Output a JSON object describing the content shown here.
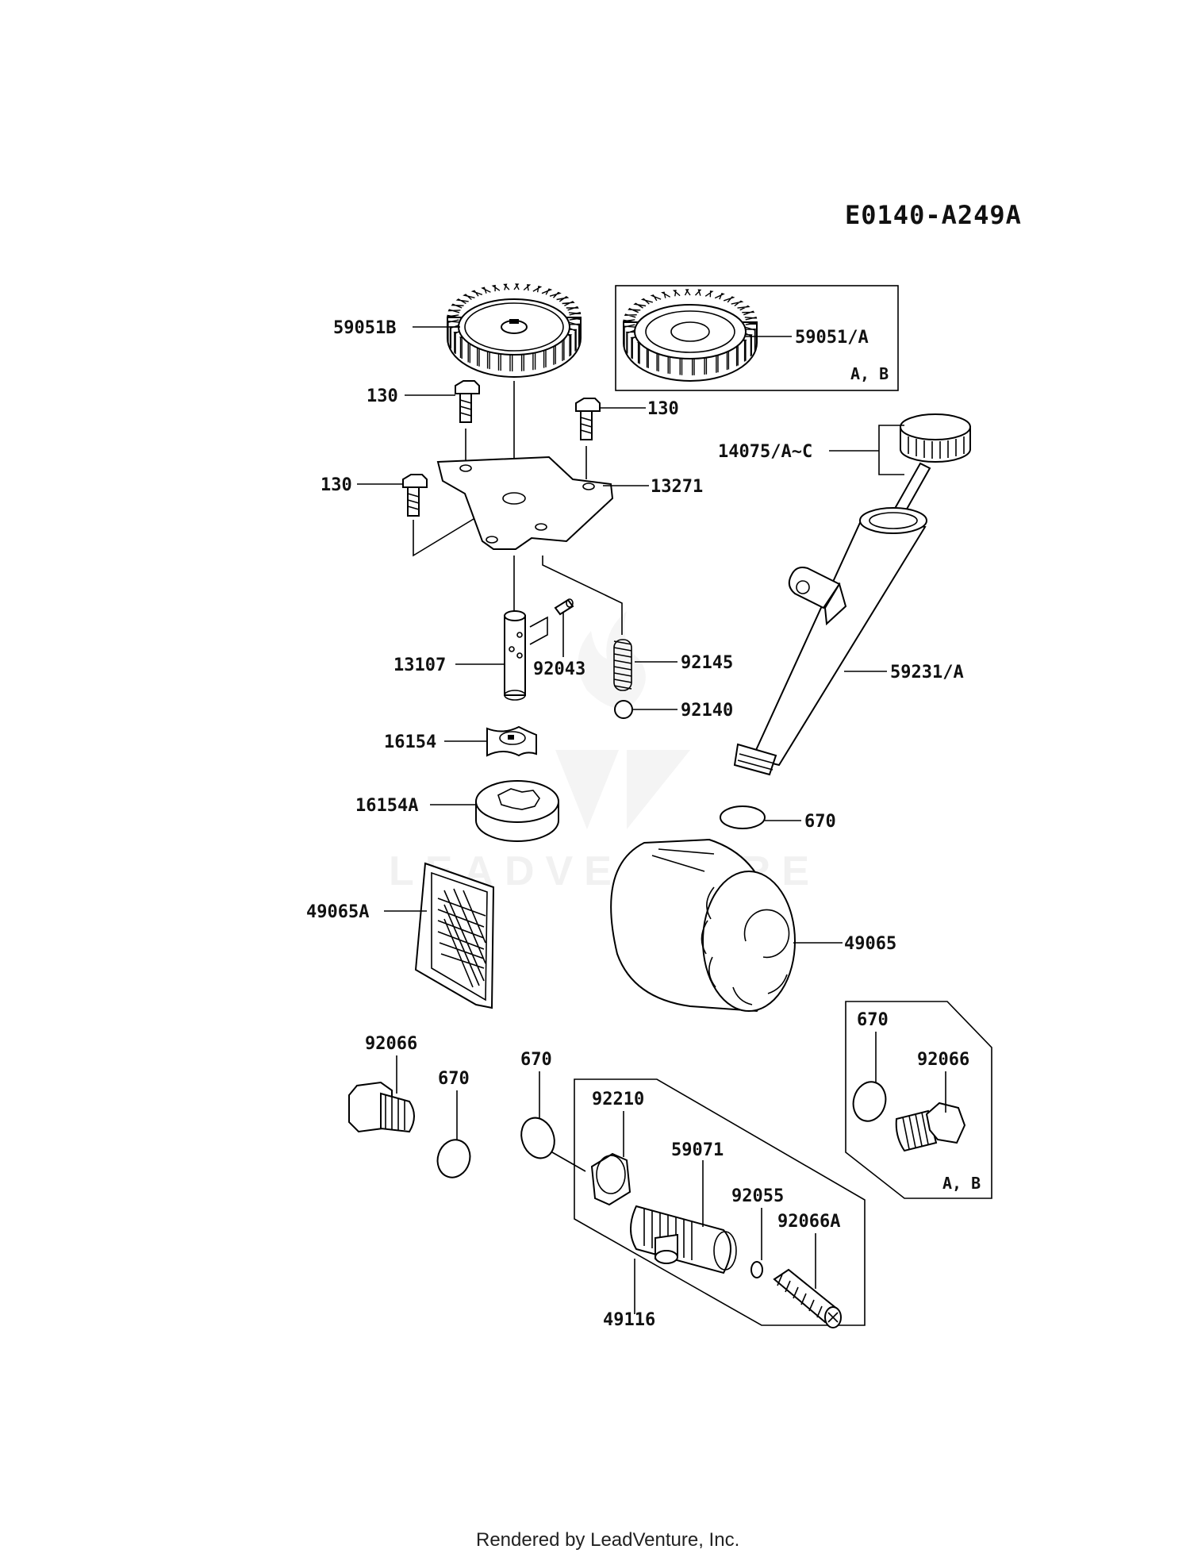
{
  "diagram": {
    "code": "E0140-A249A",
    "footer": "Rendered by LeadVenture, Inc.",
    "watermark": "LEADVENTURE",
    "labels": {
      "p59051B": "59051B",
      "p59051A": "59051/A",
      "box1_ab": "A, B",
      "p130_a": "130",
      "p130_b": "130",
      "p130_c": "130",
      "p13271": "13271",
      "p14075": "14075/A~C",
      "p13107": "13107",
      "p92043": "92043",
      "p92145": "92145",
      "p92140": "92140",
      "p59231": "59231/A",
      "p16154": "16154",
      "p16154A": "16154A",
      "p670_a": "670",
      "p49065A": "49065A",
      "p49065": "49065",
      "p92066_a": "92066",
      "p670_b": "670",
      "p670_c": "670",
      "p92210": "92210",
      "p59071": "59071",
      "p92055": "92055",
      "p92066A": "92066A",
      "p49116": "49116",
      "p670_d": "670",
      "p92066_b": "92066",
      "box2_ab": "A, B"
    }
  }
}
